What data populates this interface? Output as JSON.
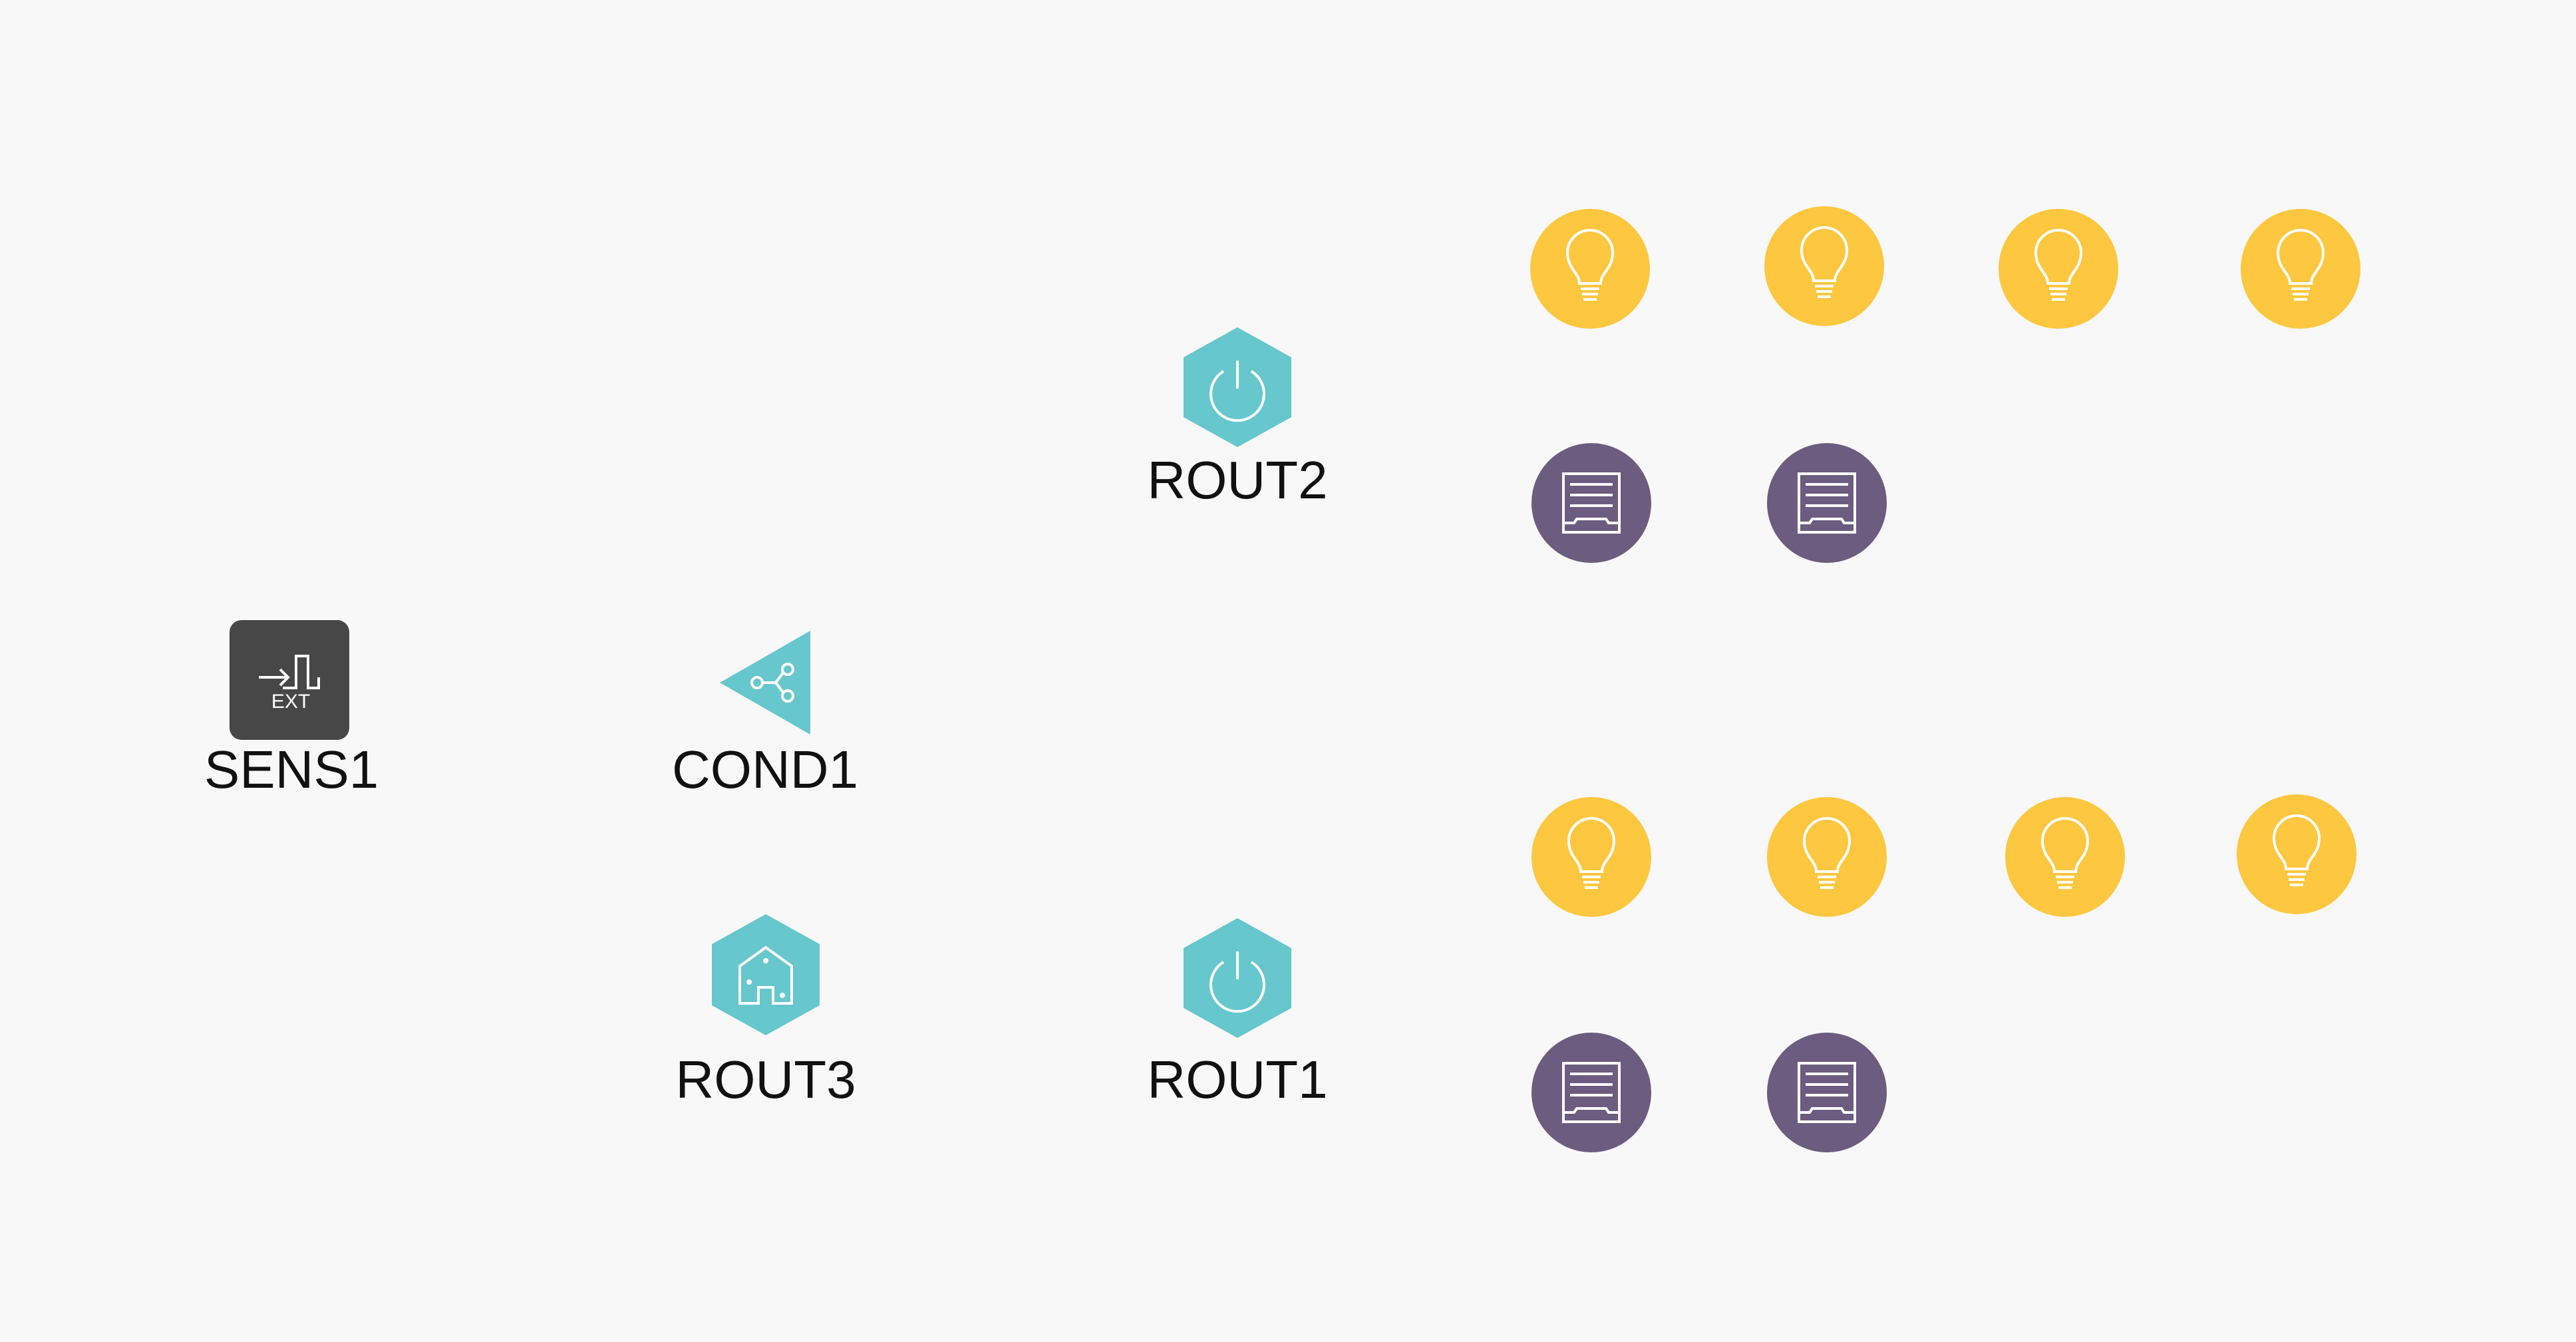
{
  "colors": {
    "background": "#f8f8f8",
    "sensor": "#474747",
    "logic": "#66c7cd",
    "light": "#fdc73f",
    "blind": "#6c5c7f",
    "icon_stroke": "#ffffff"
  },
  "nodes": {
    "sens1": {
      "label": "SENS1",
      "icon": "ext-signal-icon",
      "icon_text": "EXT"
    },
    "cond1": {
      "label": "COND1",
      "icon": "branch-icon"
    },
    "rout1": {
      "label": "ROUT1",
      "icon": "power-icon"
    },
    "rout2": {
      "label": "ROUT2",
      "icon": "power-icon"
    },
    "rout3": {
      "label": "ROUT3",
      "icon": "house-icon"
    }
  },
  "devices": {
    "lights": {
      "count": 8,
      "icon": "lightbulb-icon"
    },
    "blinds": {
      "count": 4,
      "icon": "blind-icon"
    }
  }
}
